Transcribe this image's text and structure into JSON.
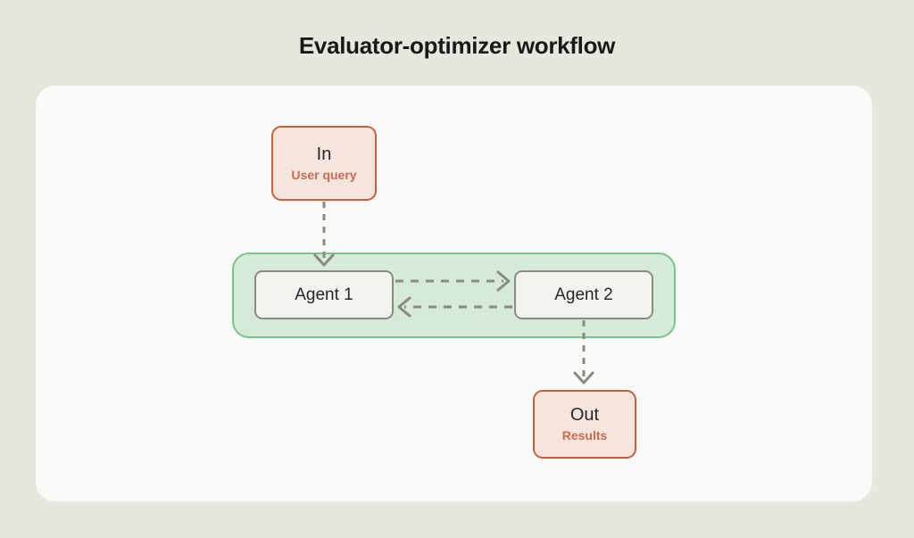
{
  "title": "Evaluator-optimizer workflow",
  "colors": {
    "page_background": "#E8E7DF",
    "card_background": "#FAFAF8",
    "io_fill": "#F6E5DF",
    "io_border": "#C8603C",
    "io_accent_text": "#CB6B4D",
    "group_fill": "#D6EAD9",
    "group_border": "#79C48A",
    "agent_fill": "#F2F2EF",
    "agent_border": "#8A8A85",
    "edge": "#8A8A85",
    "title_text": "#191917",
    "node_text": "#27272A"
  },
  "nodes": {
    "input": {
      "title": "In",
      "subtitle": "User query"
    },
    "output": {
      "title": "Out",
      "subtitle": "Results"
    },
    "agent_1": {
      "label": "Agent 1"
    },
    "agent_2": {
      "label": "Agent 2"
    }
  },
  "group": {
    "name": "agent-loop-group"
  },
  "edges": [
    {
      "name": "input-to-agent-1",
      "from": "In",
      "to": "Agent 1",
      "style": "dashed",
      "direction": "down"
    },
    {
      "name": "agent-1-to-agent-2",
      "from": "Agent 1",
      "to": "Agent 2",
      "style": "dashed",
      "direction": "right"
    },
    {
      "name": "agent-2-to-agent-1",
      "from": "Agent 2",
      "to": "Agent 1",
      "style": "dashed",
      "direction": "left"
    },
    {
      "name": "agent-2-to-output",
      "from": "Agent 2",
      "to": "Out",
      "style": "dashed",
      "direction": "down"
    }
  ]
}
